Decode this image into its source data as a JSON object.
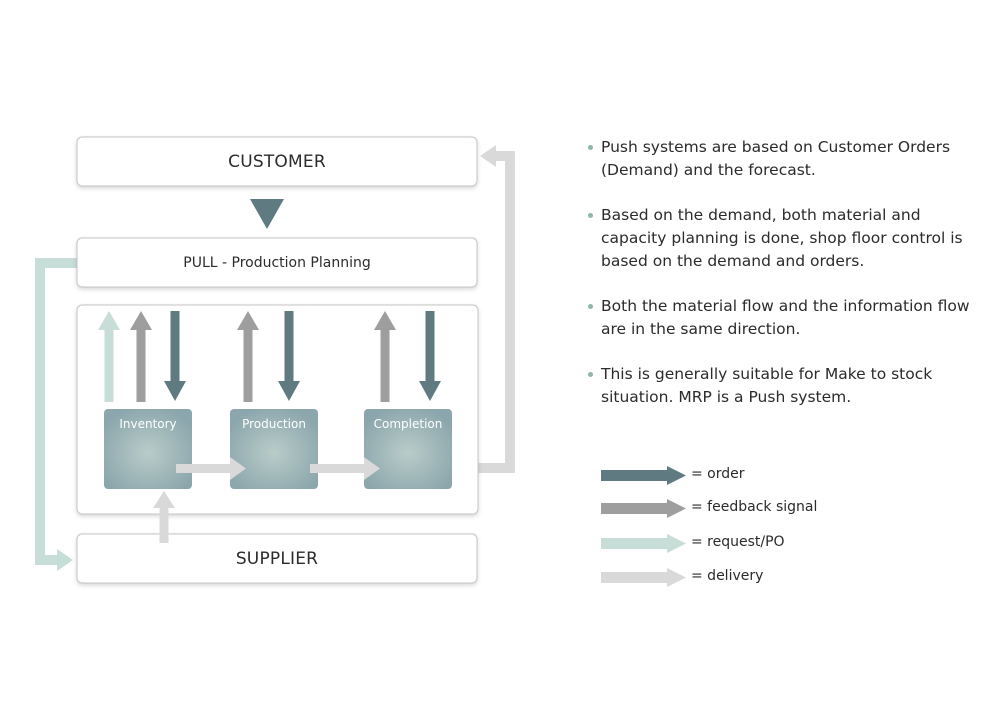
{
  "boxes": {
    "customer": "CUSTOMER",
    "planning": "PULL - Production Planning",
    "supplier": "SUPPLIER"
  },
  "processes": [
    {
      "label": "Inventory"
    },
    {
      "label": "Production"
    },
    {
      "label": "Completion"
    }
  ],
  "bullets": [
    "Push systems are based on Customer Orders (Demand) and the forecast.",
    "Based on the demand, both material and capacity planning is done, shop floor control is based on the demand and orders.",
    "Both the material flow and the information flow are in the same direction.",
    "This is generally suitable for Make to stock situation. MRP is a Push system."
  ],
  "legend": [
    {
      "label": "= order",
      "color": "#607a82"
    },
    {
      "label": "= feedback signal",
      "color": "#9e9e9e"
    },
    {
      "label": "= request/PO",
      "color": "#c7ddd8"
    },
    {
      "label": "= delivery",
      "color": "#d9d9d9"
    }
  ],
  "colors": {
    "order": "#607a82",
    "feedback": "#9e9e9e",
    "request": "#c7ddd8",
    "delivery": "#d9d9d9",
    "process_box": "#92adb2",
    "box_border": "#c4c4c4"
  }
}
